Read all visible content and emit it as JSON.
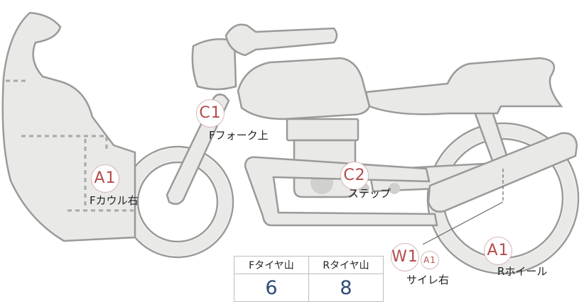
{
  "parts": [
    {
      "code": "A1",
      "label": "Fカウル右"
    },
    {
      "code": "C1",
      "label": "Fフォーク上"
    },
    {
      "code": "C2",
      "label": "ステップ"
    },
    {
      "code": "W1",
      "sub_code": "A1",
      "label": "サイレ右"
    },
    {
      "code": "A1",
      "label": "Rホイール"
    }
  ],
  "tread_table": {
    "headers": [
      "Fタイヤ山",
      "Rタイヤ山"
    ],
    "values": [
      "6",
      "8"
    ]
  },
  "colors": {
    "body_fill": "#e9e9e7",
    "outline": "#9a9a98",
    "badge_text": "#b54a4a",
    "table_value": "#2e4a78"
  }
}
